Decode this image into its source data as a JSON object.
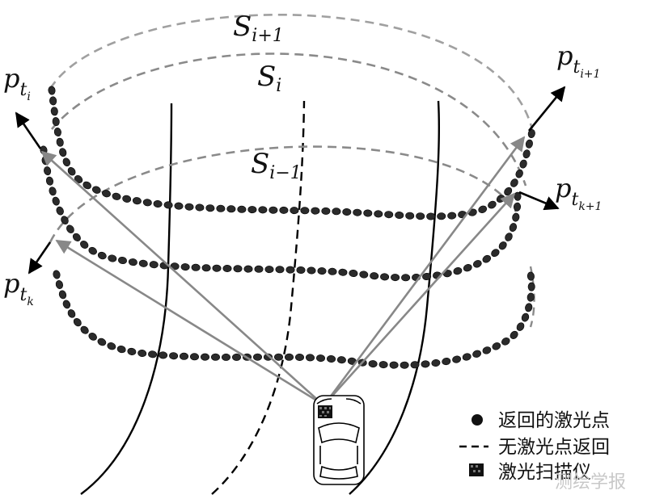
{
  "scans": {
    "outer": {
      "base": "S",
      "sub": "i+1"
    },
    "middle": {
      "base": "S",
      "sub": "i"
    },
    "inner": {
      "base": "S",
      "sub": "i−1"
    }
  },
  "points": {
    "tl": {
      "base": "p",
      "sub": "t",
      "subsub": "i"
    },
    "tr": {
      "base": "p",
      "sub": "t",
      "subsub": "i+1"
    },
    "bl": {
      "base": "p",
      "sub": "t",
      "subsub": "k"
    },
    "br": {
      "base": "p",
      "sub": "t",
      "subsub": "k+1"
    }
  },
  "legend": {
    "returned_points": "返回的激光点",
    "no_return": "无激光点返回",
    "scanner": "激光扫描仪"
  },
  "watermark": "测绘学报",
  "colors": {
    "dots": "#2b2b2b",
    "dashed_arc": "#8a8a8a",
    "rays": "#888888",
    "lines": "#000000"
  }
}
